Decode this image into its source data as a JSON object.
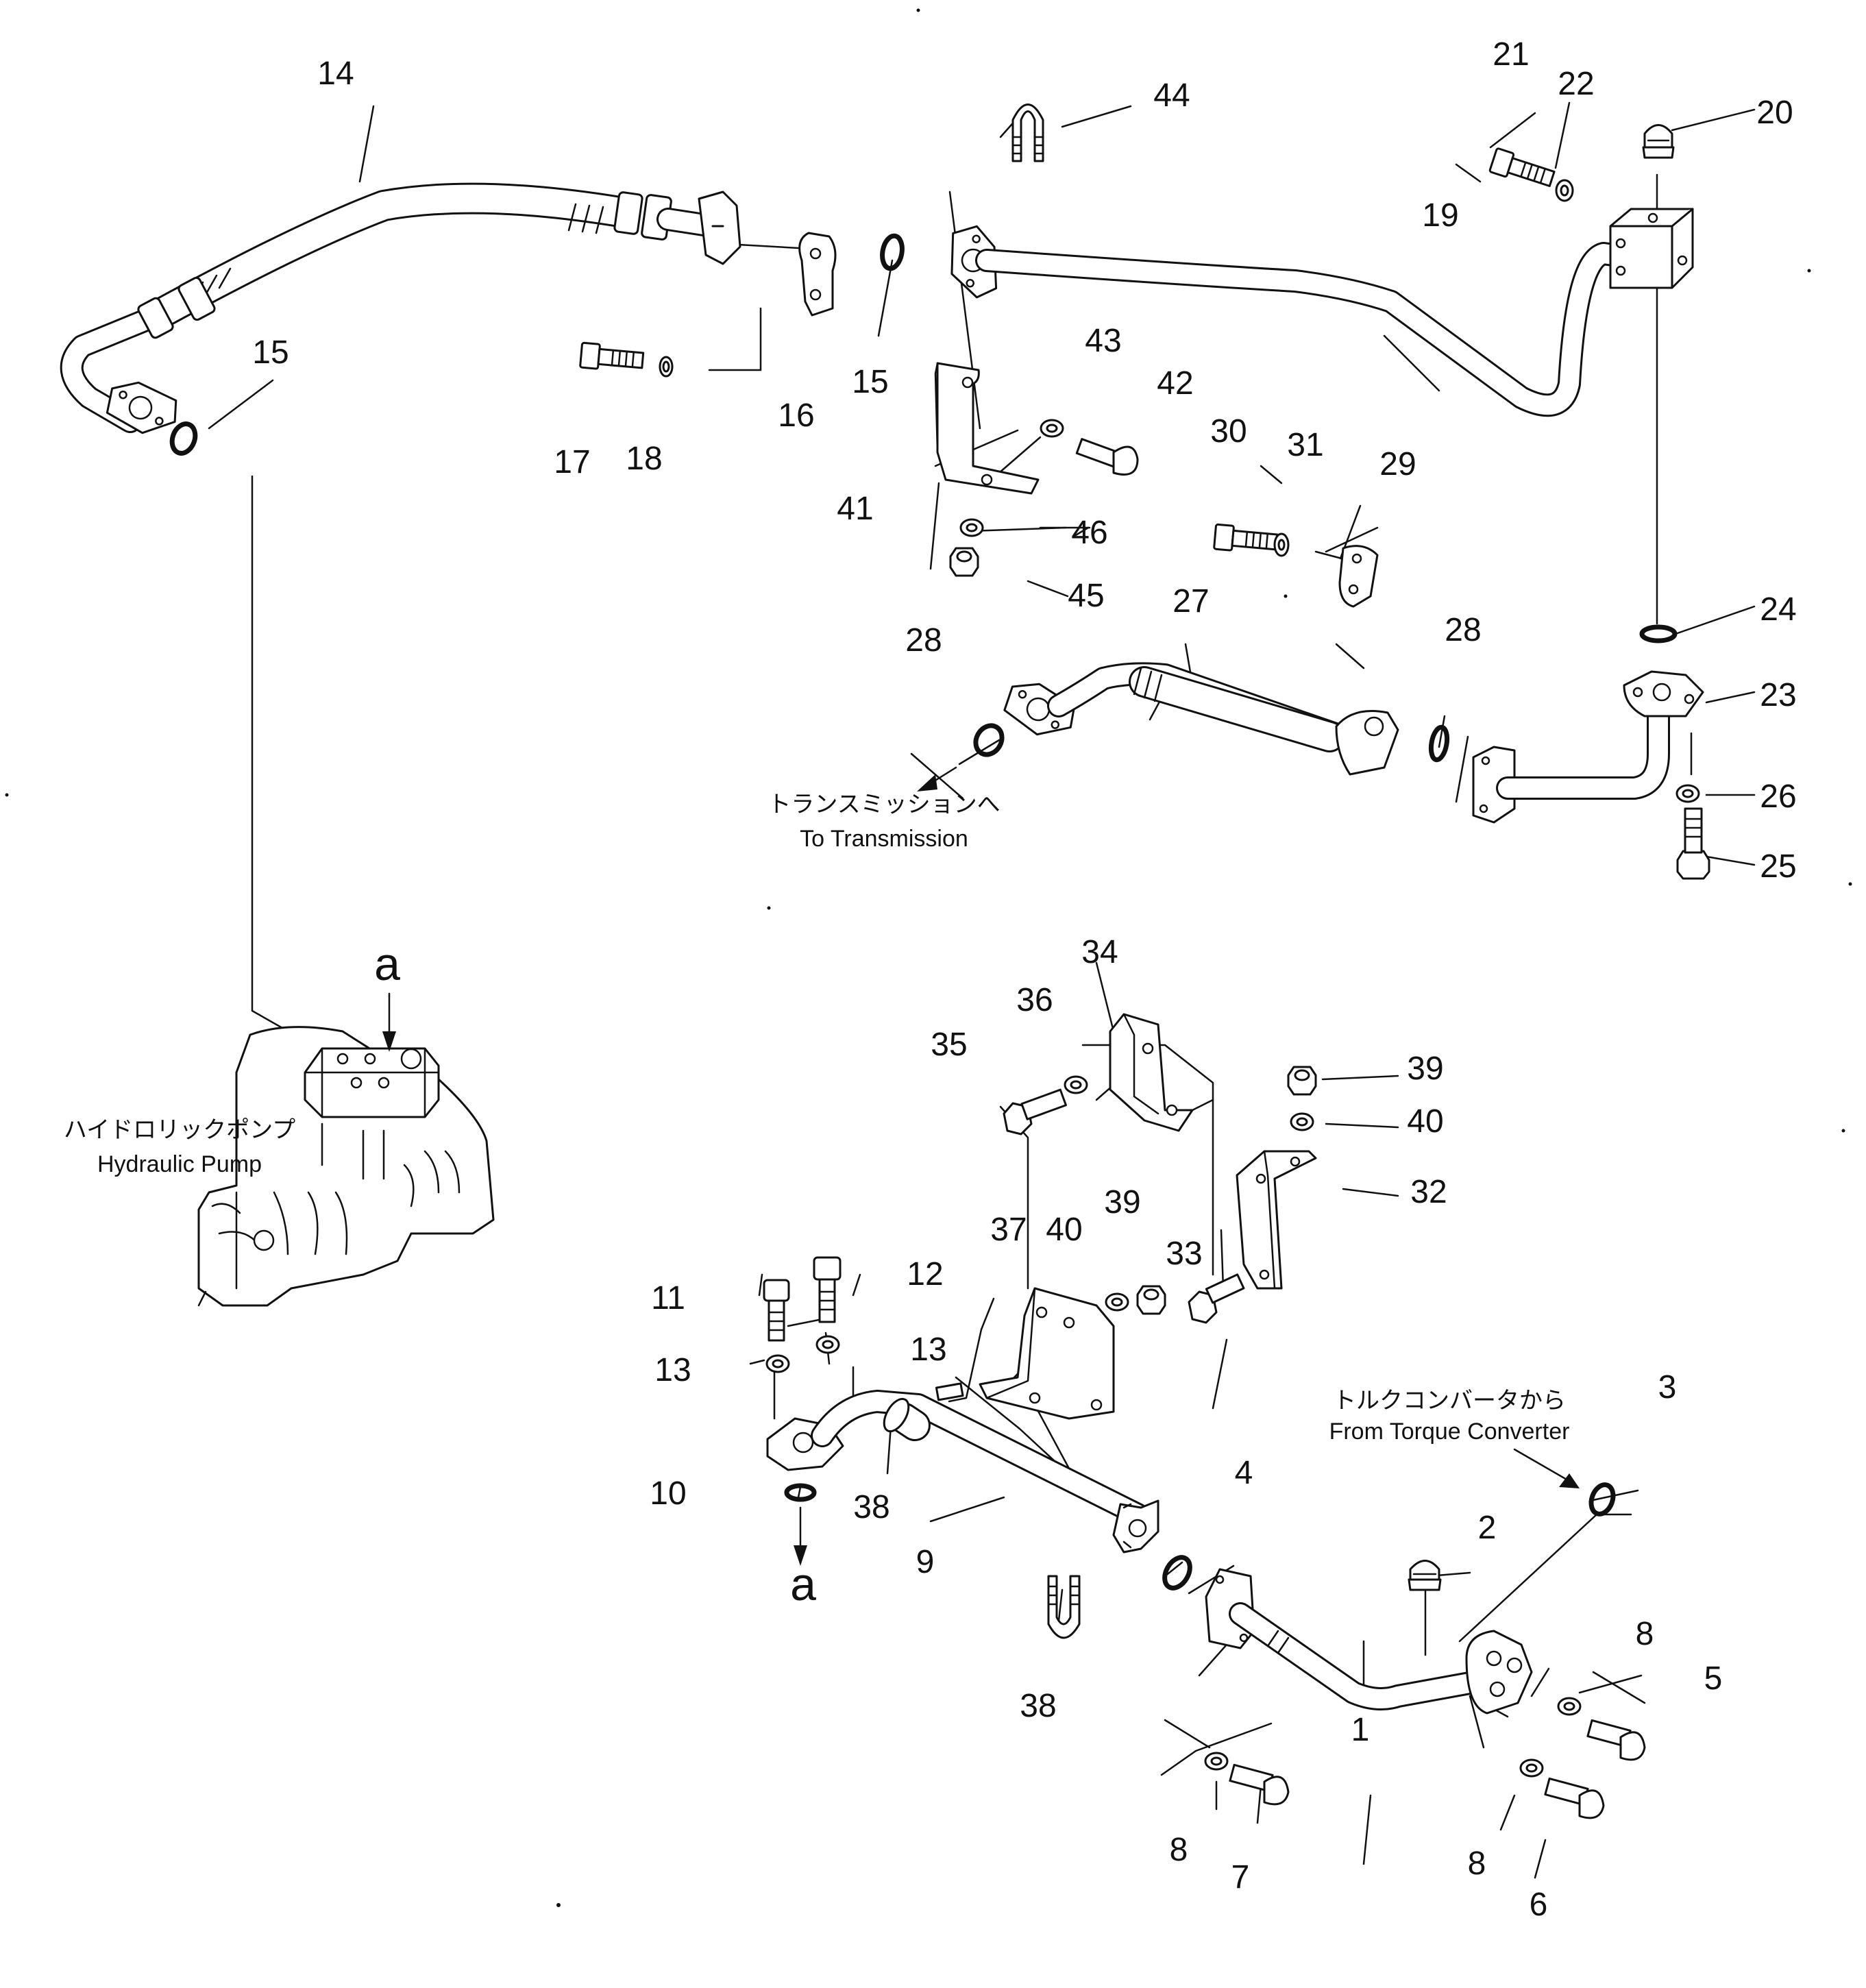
{
  "callouts": [
    "1",
    "2",
    "3",
    "4",
    "5",
    "6",
    "7",
    "8",
    "8",
    "8",
    "9",
    "10",
    "11",
    "12",
    "13",
    "13",
    "14",
    "15",
    "15",
    "16",
    "17",
    "18",
    "19",
    "20",
    "21",
    "22",
    "23",
    "24",
    "25",
    "26",
    "27",
    "28",
    "28",
    "29",
    "30",
    "31",
    "32",
    "33",
    "34",
    "35",
    "36",
    "37",
    "38",
    "38",
    "39",
    "39",
    "40",
    "40",
    "41",
    "42",
    "43",
    "44",
    "45",
    "46"
  ],
  "ref_marks": {
    "top": "a",
    "bottom": "a"
  },
  "captions": {
    "pump_jp": "ハイドロリックポンプ",
    "pump_en": "Hydraulic Pump",
    "trans_jp": "トランスミッションへ",
    "trans_en": "To Transmission",
    "torque_jp": "トルクコンバータから",
    "torque_en": "From Torque Converter"
  }
}
